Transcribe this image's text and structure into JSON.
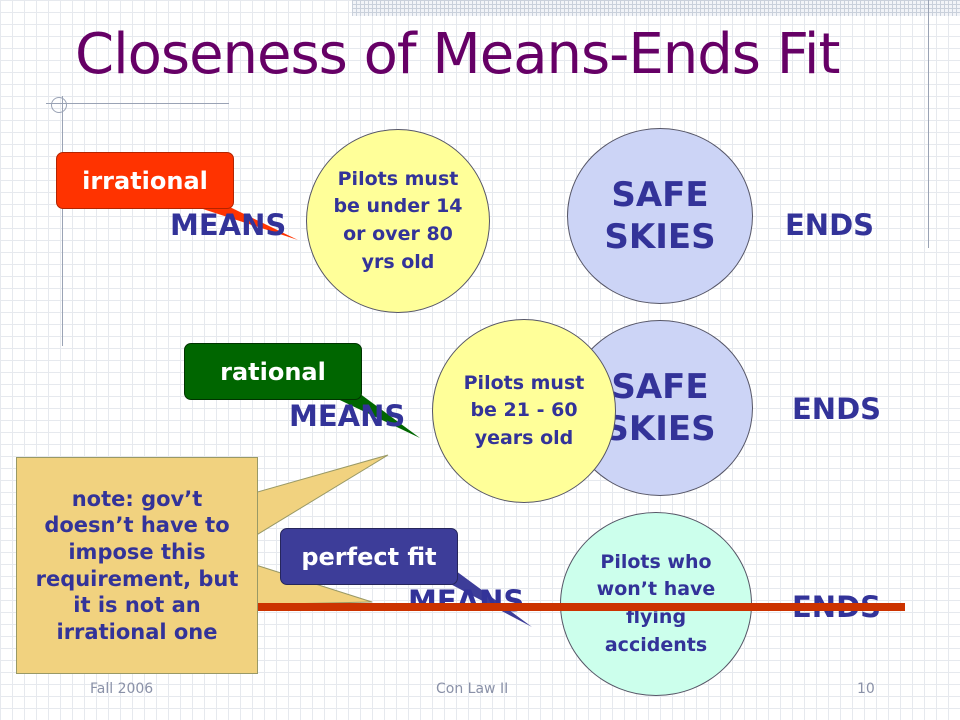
{
  "slide": {
    "title": "Closeness of Means-Ends Fit",
    "rows": [
      {
        "tag": "irrational",
        "tag_color": "#ff3300",
        "means_label": "MEANS",
        "means_text": "Pilots must be under 14 or over 80 yrs old",
        "ends_circle": "SAFE SKIES",
        "ends_label": "ENDS"
      },
      {
        "tag": "rational",
        "tag_color": "#006600",
        "means_label": "MEANS",
        "means_text": "Pilots must be 21 - 60 years old",
        "ends_circle": "SAFE SKIES",
        "ends_label": "ENDS"
      },
      {
        "tag": "perfect fit",
        "tag_color": "#3d3d99",
        "means_label": "MEANS",
        "means_text": "Pilots who won’t have flying accidents",
        "ends_label": "ENDS"
      }
    ],
    "note": "note: gov’t doesn’t have to impose this requirement, but it is not an irrational one",
    "colors": {
      "title": "#660066",
      "labels": "#333399",
      "note_fill": "#f1d27f",
      "red_bar": "#cc3300"
    }
  },
  "footer": {
    "left": "Fall 2006",
    "center": "Con Law II",
    "page": "10"
  }
}
